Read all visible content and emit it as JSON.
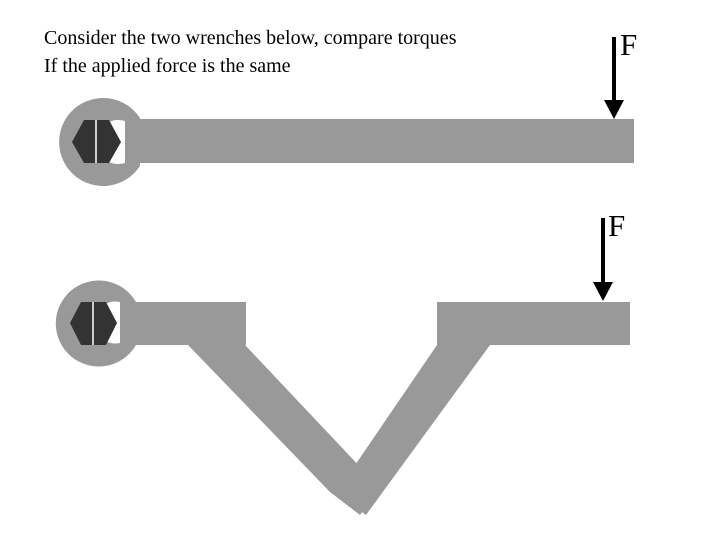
{
  "slide": {
    "question_line_1": "Consider the two wrenches below, compare torques",
    "question_line_2": "If the applied force is the same"
  },
  "forces": {
    "top_label": "F",
    "bottom_label": "F"
  },
  "colors": {
    "wrench": "#999999",
    "nut": "#333333",
    "nut_outline": "#cccccc",
    "arrow": "#000000",
    "background": "#ffffff"
  }
}
